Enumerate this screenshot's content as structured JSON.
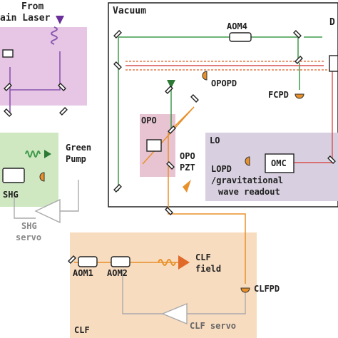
{
  "labels": {
    "from_main_laser_line1": "From",
    "from_main_laser_line2": "ain Laser",
    "vacuum": "Vacuum",
    "aom4": "AOM4",
    "top_right_partial": "D",
    "opopd": "OPOPD",
    "fcpd": "FCPD",
    "opo": "OPO",
    "opo_pzt_line1": "OPO",
    "opo_pzt_line2": "PZT",
    "lo": "LO",
    "omc": "OMC",
    "lopd_line1": "LOPD",
    "lopd_line2": "/gravitational",
    "lopd_line3": "wave readout",
    "green_pump_line1": "Green",
    "green_pump_line2": "Pump",
    "shg": "SHG",
    "shg_servo_line1": "SHG",
    "shg_servo_line2": "servo",
    "aom1": "AOM1",
    "aom2": "AOM2",
    "clf_field_line1": "CLF",
    "clf_field_line2": "field",
    "clfpd": "CLFPD",
    "clf": "CLF",
    "clf_servo": "CLF servo"
  },
  "colors": {
    "main_laser_region": "#e6c6e4",
    "shg_region": "#cfe8c2",
    "clf_region": "#f8dcc0",
    "lo_region": "#d8d0e0",
    "opo_region": "#e8c4d2",
    "green_beam": "#3f9a4a",
    "red_beam": "#d85050",
    "purple_beam": "#8a55b0",
    "orange_beam": "#e8902a",
    "servo_line": "#aaaaaa"
  },
  "icons": [
    "mirror-icon",
    "photodetector-icon",
    "aom-icon",
    "amplifier-icon",
    "arrow-icon",
    "waveform-icon"
  ]
}
